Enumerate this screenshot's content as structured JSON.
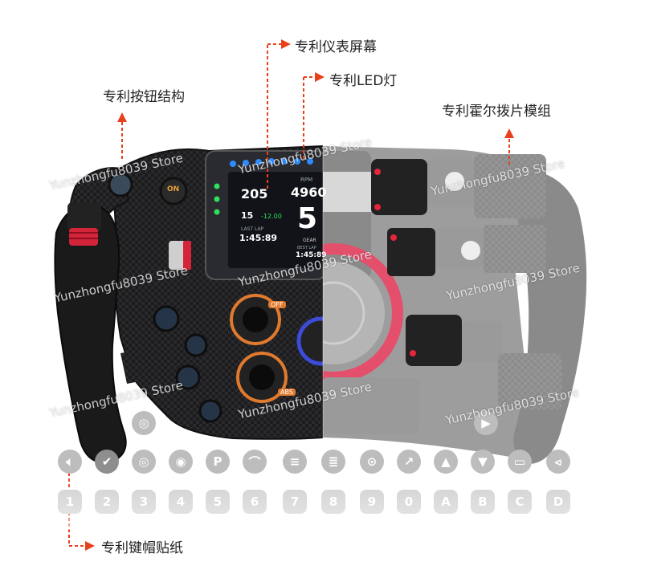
{
  "callouts": {
    "button_structure": "专利按钮结构",
    "dashboard_screen": "专利仪表屏幕",
    "led_lights": "专利LED灯",
    "hall_paddle": "专利霍尔拨片模组",
    "keycap_stickers": "专利键帽贴纸"
  },
  "watermark": "Yunzhongfu8039 Store",
  "dashboard": {
    "speed": "205",
    "rpm_label": "RPM",
    "rpm": "4960",
    "gear": "5",
    "gear_label": "GEAR",
    "lap": "15",
    "delta": "-12.00",
    "last_lap_label": "LAST LAP",
    "last_lap": "1:45:89",
    "best_lap_label": "BEST LAP",
    "best_lap": "1:45:89"
  },
  "buttons": {
    "on_label": "ON",
    "off_label": "OFF",
    "abs_label": "ABS"
  },
  "keycaps": {
    "row2": [
      "1",
      "2",
      "3",
      "4",
      "5",
      "6",
      "7",
      "8",
      "9",
      "0",
      "A",
      "B",
      "C",
      "D"
    ]
  },
  "colors": {
    "accent_red": "#e3263a",
    "arrow_red": "#e8401c",
    "orange_ring": "#e07a2e",
    "blue_ring": "#3d4bd9",
    "pink_ring": "#e4506c",
    "led_blue": "#2c8cff",
    "led_green": "#2fe05a"
  }
}
